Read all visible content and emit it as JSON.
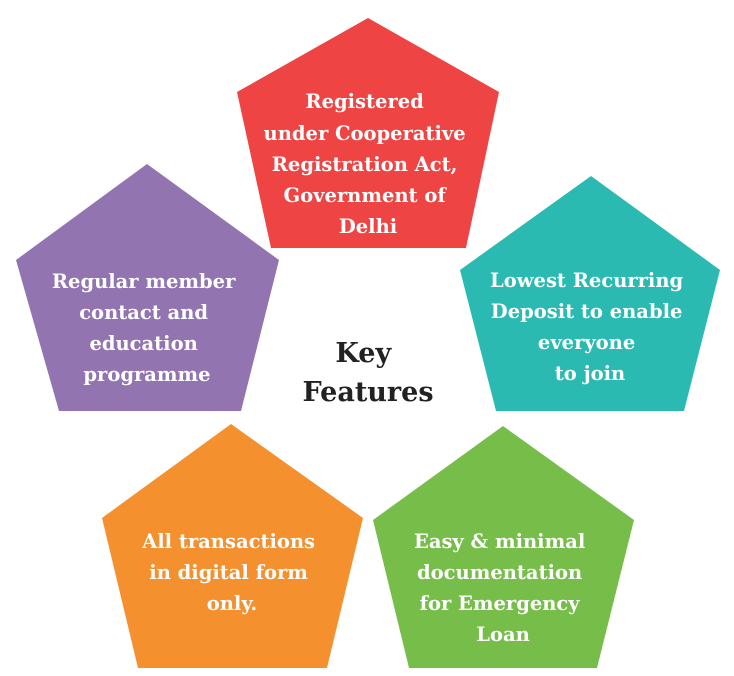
{
  "center": {
    "lines": [
      "Key",
      "Features"
    ],
    "color": "#222222"
  },
  "features": [
    {
      "id": "top",
      "lines": [
        "Registered",
        "under Cooperative",
        "Registration Act,",
        "Government of",
        "Delhi"
      ],
      "color": "#ef4444"
    },
    {
      "id": "right",
      "lines": [
        "Lowest Recurring",
        "Deposit to enable",
        "everyone",
        "to join"
      ],
      "color": "#2bbab2"
    },
    {
      "id": "bottom-right",
      "lines": [
        "Easy & minimal",
        "documentation",
        "for Emergency",
        "Loan"
      ],
      "color": "#76bd4a"
    },
    {
      "id": "bottom-left",
      "lines": [
        "All transactions",
        "in digital form",
        "only."
      ],
      "color": "#f5902f"
    },
    {
      "id": "left",
      "lines": [
        "Regular member",
        "contact and",
        "education",
        "programme"
      ],
      "color": "#9274b0"
    }
  ]
}
